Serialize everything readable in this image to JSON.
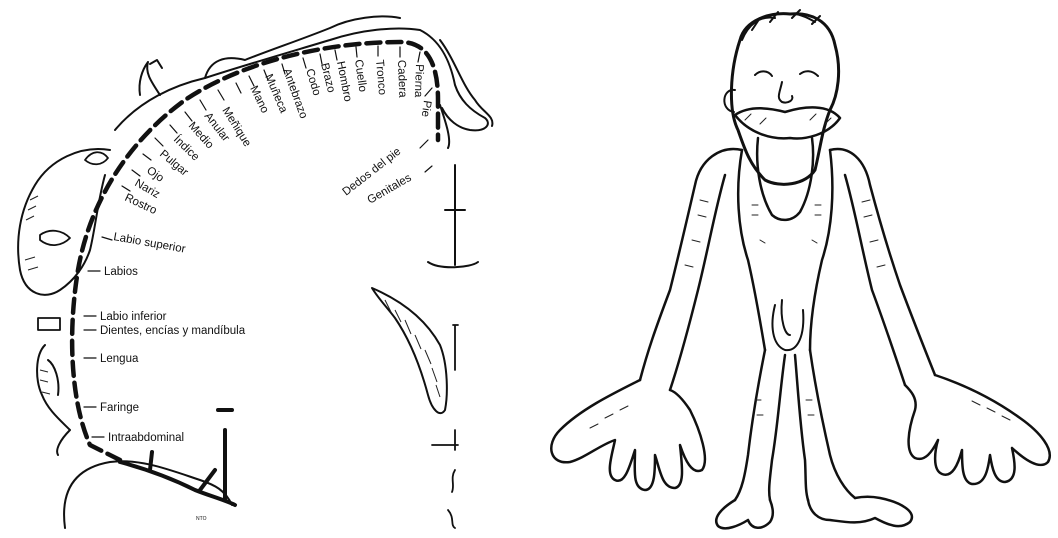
{
  "homunculus_map": {
    "arc_labels": [
      "Meñique",
      "Mano",
      "Muñeca",
      "Antebrazo",
      "Codo",
      "Brazo",
      "Hombro",
      "Cuello",
      "Tronco",
      "Cadera",
      "Pierna",
      "Pie"
    ],
    "left_arc_labels": [
      "Anular",
      "Medio",
      "Índice",
      "Pulgar",
      "Ojo",
      "Nariz",
      "Rostro",
      "Labio superior"
    ],
    "right_labels": [
      "Dedos del pie",
      "Genitales"
    ],
    "vertical_labels": [
      "Labios",
      "Labio inferior",
      "Dientes, encías y mandíbula",
      "Lengua",
      "Faringe",
      "Intraabdominal"
    ]
  },
  "figure_right": {
    "subject": "sensory homunculus figure"
  }
}
